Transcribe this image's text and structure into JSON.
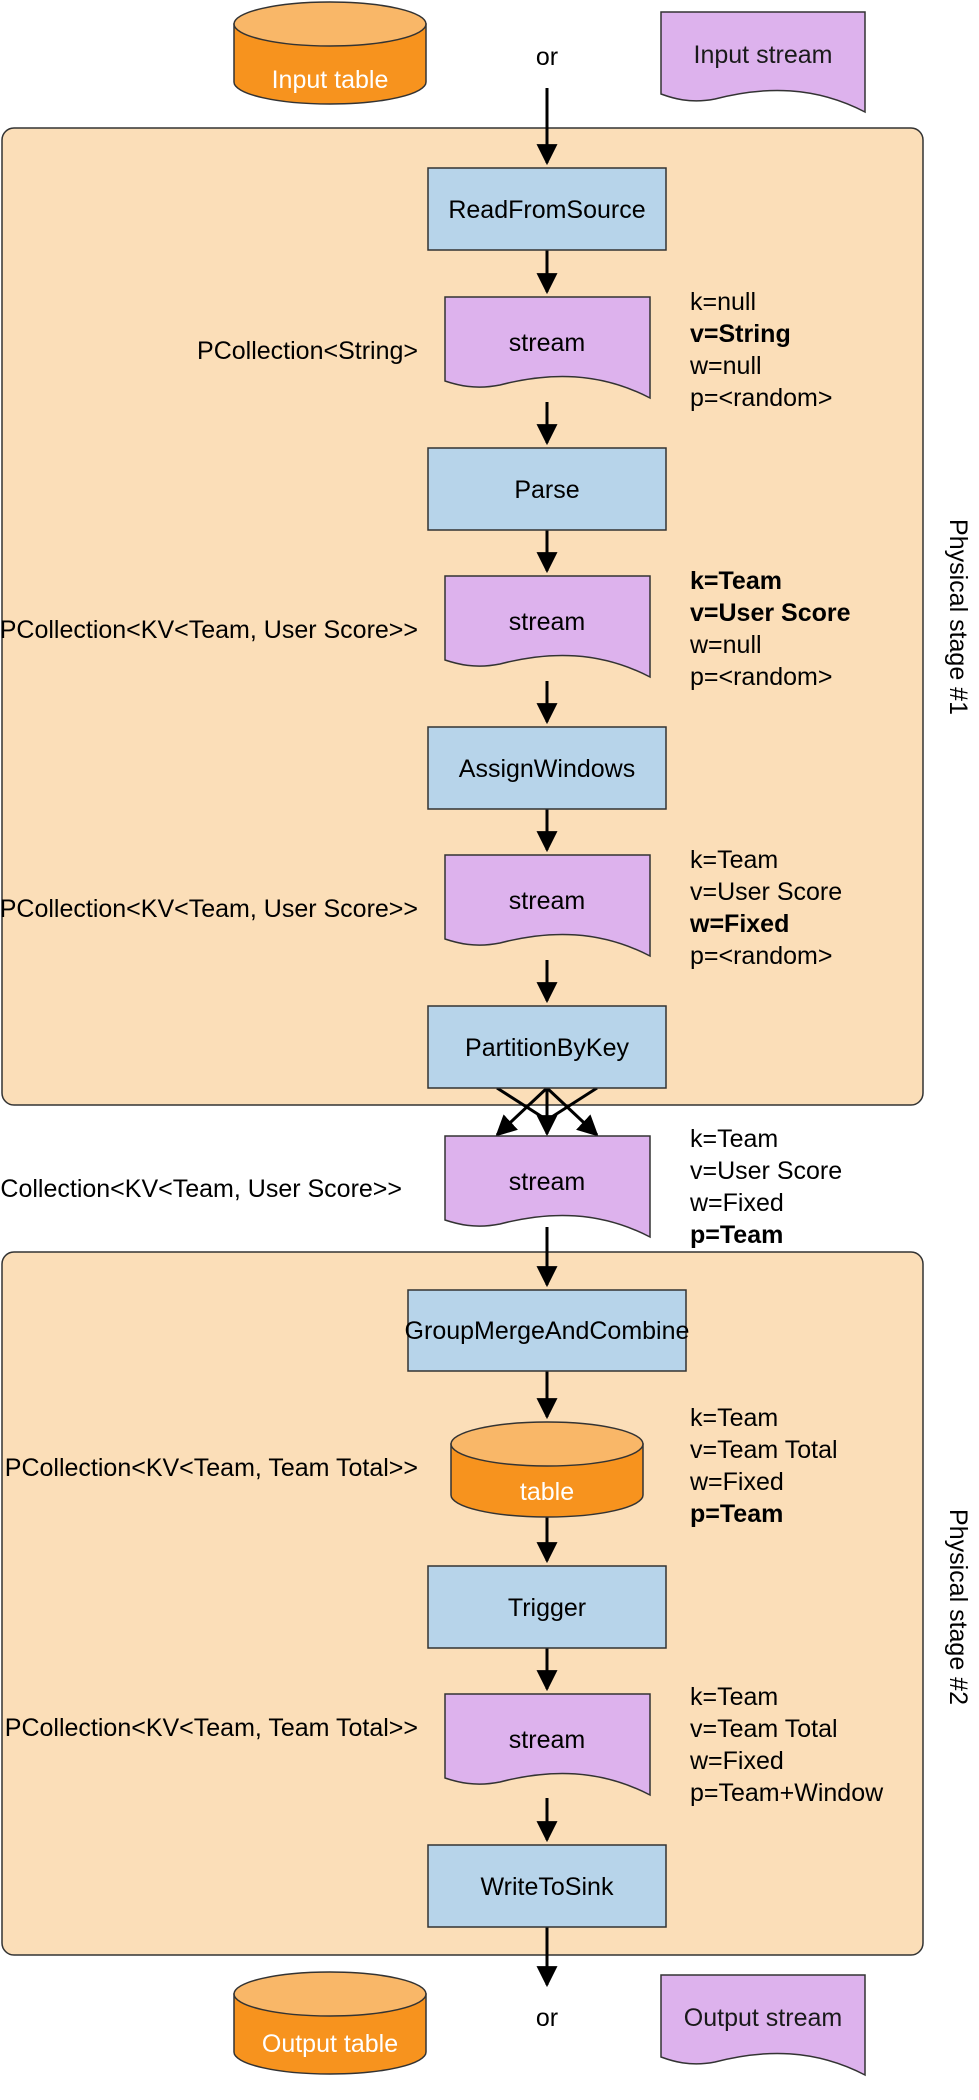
{
  "top": {
    "input_table": "Input table",
    "or": "or",
    "input_stream": "Input stream"
  },
  "bottom": {
    "output_table": "Output table",
    "or": "or",
    "output_stream": "Output stream"
  },
  "stages": {
    "stage1": "Physical stage #1",
    "stage2": "Physical stage #2"
  },
  "nodes": {
    "read": "ReadFromSource",
    "parse": "Parse",
    "assign": "AssignWindows",
    "partition": "PartitionByKey",
    "group": "GroupMergeAndCombine",
    "trigger": "Trigger",
    "write": "WriteToSink"
  },
  "collections": {
    "c1": {
      "type": "PCollection<String>",
      "shape": "stream",
      "k": "k=null",
      "v": "v=String",
      "w": "w=null",
      "p": "p=<random>"
    },
    "c2": {
      "type": "PCollection<KV<Team, User Score>>",
      "shape": "stream",
      "k": "k=Team",
      "v": "v=User Score",
      "w": "w=null",
      "p": "p=<random>"
    },
    "c3": {
      "type": "PCollection<KV<Team, User Score>>",
      "shape": "stream",
      "k": "k=Team",
      "v": "v=User Score",
      "w": "w=Fixed",
      "p": "p=<random>"
    },
    "c4": {
      "type": "PCollection<KV<Team, User Score>>",
      "shape": "stream",
      "k": "k=Team",
      "v": "v=User Score",
      "w": "w=Fixed",
      "p": "p=Team"
    },
    "c5": {
      "type": "PCollection<KV<Team, Team Total>>",
      "shape": "table",
      "k": "k=Team",
      "v": "v=Team Total",
      "w": "w=Fixed",
      "p": "p=Team"
    },
    "c6": {
      "type": "PCollection<KV<Team, Team Total>>",
      "shape": "stream",
      "k": "k=Team",
      "v": "v=Team Total",
      "w": "w=Fixed",
      "p": "p=Team+Window"
    }
  },
  "colors": {
    "stage_fill": "#fbdeb8",
    "node_fill": "#b7d4ea",
    "stream_fill": "#ddb2ed",
    "table_fill": "#f7931e",
    "table_top": "#f9b768"
  }
}
